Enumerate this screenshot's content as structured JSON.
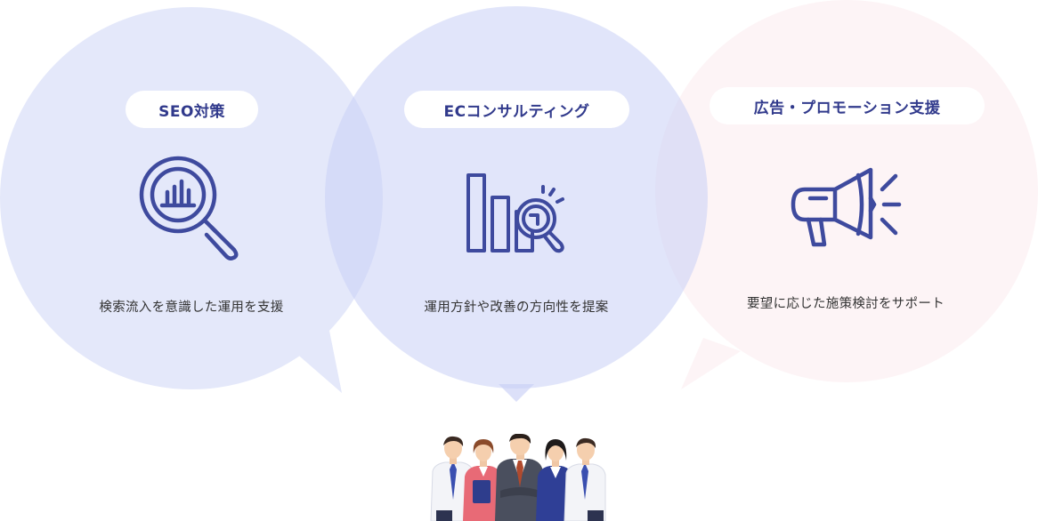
{
  "bubbles": [
    {
      "title": "SEO対策",
      "description": "検索流入を意識した運用を支援",
      "icon": "magnifier-chart-icon",
      "fill": "#e4e8fa"
    },
    {
      "title": "ECコンサルティング",
      "description": "運用方針や改善の方向性を提案",
      "icon": "bar-chart-search-icon",
      "fill": "#dfe3fa"
    },
    {
      "title": "広告・プロモーション支援",
      "description": "要望に応じた施策検討をサポート",
      "icon": "megaphone-icon",
      "fill": "#fdf4f6"
    }
  ],
  "colors": {
    "accent": "#313a8c",
    "icon_stroke": "#3e4a9e",
    "bubble_left": "#e4e8fa",
    "bubble_center": "#dfe3fa",
    "bubble_right": "#fdf4f6",
    "overlap": "#cdd3f5"
  },
  "illustration": "business-team-illustration"
}
